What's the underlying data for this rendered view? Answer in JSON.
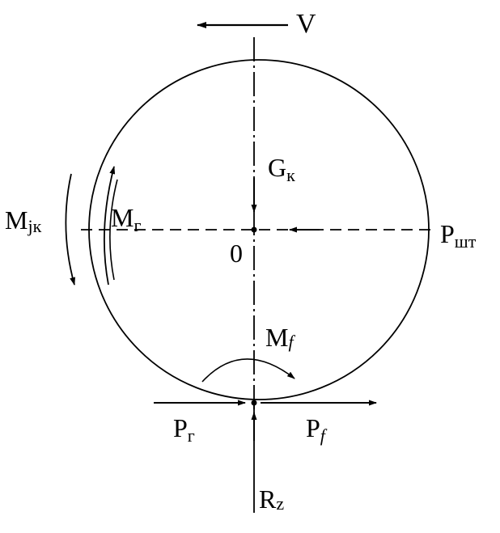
{
  "diagram": {
    "labels": {
      "velocity": "V",
      "wheel_weight": "G",
      "wheel_weight_sub": "к",
      "center": "0",
      "inertia_moment": "M",
      "inertia_moment_sub": "jк",
      "brake_moment": "M",
      "brake_moment_sub": "г",
      "rod_force": "P",
      "rod_force_sub": "шт",
      "rolling_moment": "M",
      "rolling_moment_sub": "f",
      "brake_force": "P",
      "brake_force_sub": "г",
      "rolling_force": "P",
      "rolling_force_sub": "f",
      "normal_reaction": "R",
      "normal_reaction_sub": "z"
    },
    "colors": {
      "ink": "#000000",
      "background": "#ffffff"
    }
  }
}
